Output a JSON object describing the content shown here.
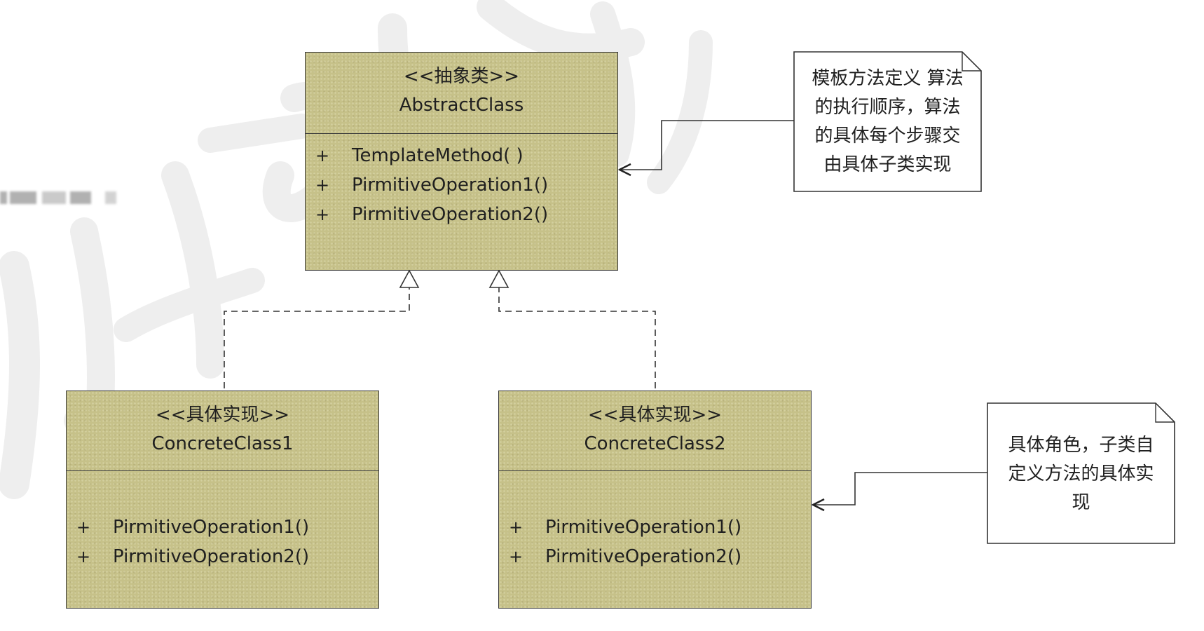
{
  "diagram": {
    "abstract_class": {
      "stereotype": "<<抽象类>>",
      "name": "AbstractClass",
      "methods": [
        {
          "visibility": "+",
          "name": "TemplateMethod( )"
        },
        {
          "visibility": "+",
          "name": "PirmitiveOperation1()"
        },
        {
          "visibility": "+",
          "name": "PirmitiveOperation2()"
        }
      ]
    },
    "concrete_class_1": {
      "stereotype": "<<具体实现>>",
      "name": "ConcreteClass1",
      "methods": [
        {
          "visibility": "+",
          "name": "PirmitiveOperation1()"
        },
        {
          "visibility": "+",
          "name": "PirmitiveOperation2()"
        }
      ]
    },
    "concrete_class_2": {
      "stereotype": "<<具体实现>>",
      "name": "ConcreteClass2",
      "methods": [
        {
          "visibility": "+",
          "name": "PirmitiveOperation1()"
        },
        {
          "visibility": "+",
          "name": "PirmitiveOperation2()"
        }
      ]
    },
    "note_template": {
      "lines": [
        "模板方法定义 算法",
        "的执行顺序，算法",
        "的具体每个步骤交",
        "由具体子类实现"
      ]
    },
    "note_concrete": {
      "lines": [
        "具体角色，子类自",
        "定义方法的具体实",
        "现"
      ]
    },
    "colors": {
      "class_fill": "#c6c189",
      "border": "#3a3a3a",
      "note_fill": "#ffffff",
      "watermark": "#ededed"
    }
  }
}
